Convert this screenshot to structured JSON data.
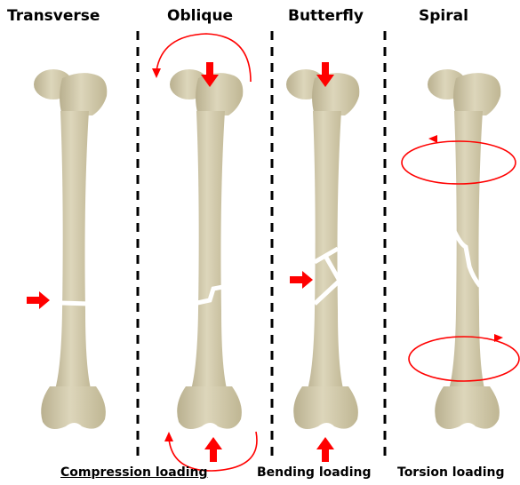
{
  "columns": [
    {
      "title": "Transverse"
    },
    {
      "title": "Oblique"
    },
    {
      "title": "Butterfly"
    },
    {
      "title": "Spiral"
    }
  ],
  "captions": {
    "compression": "Compression loading",
    "bending": "Bending loading",
    "torsion": "Torsion loading"
  },
  "colors": {
    "bone": "#d6cfb3",
    "bone_shadow": "#b9b08f",
    "fracture": "#ffffff",
    "arrow": "#ff0000",
    "divider": "#000000"
  }
}
